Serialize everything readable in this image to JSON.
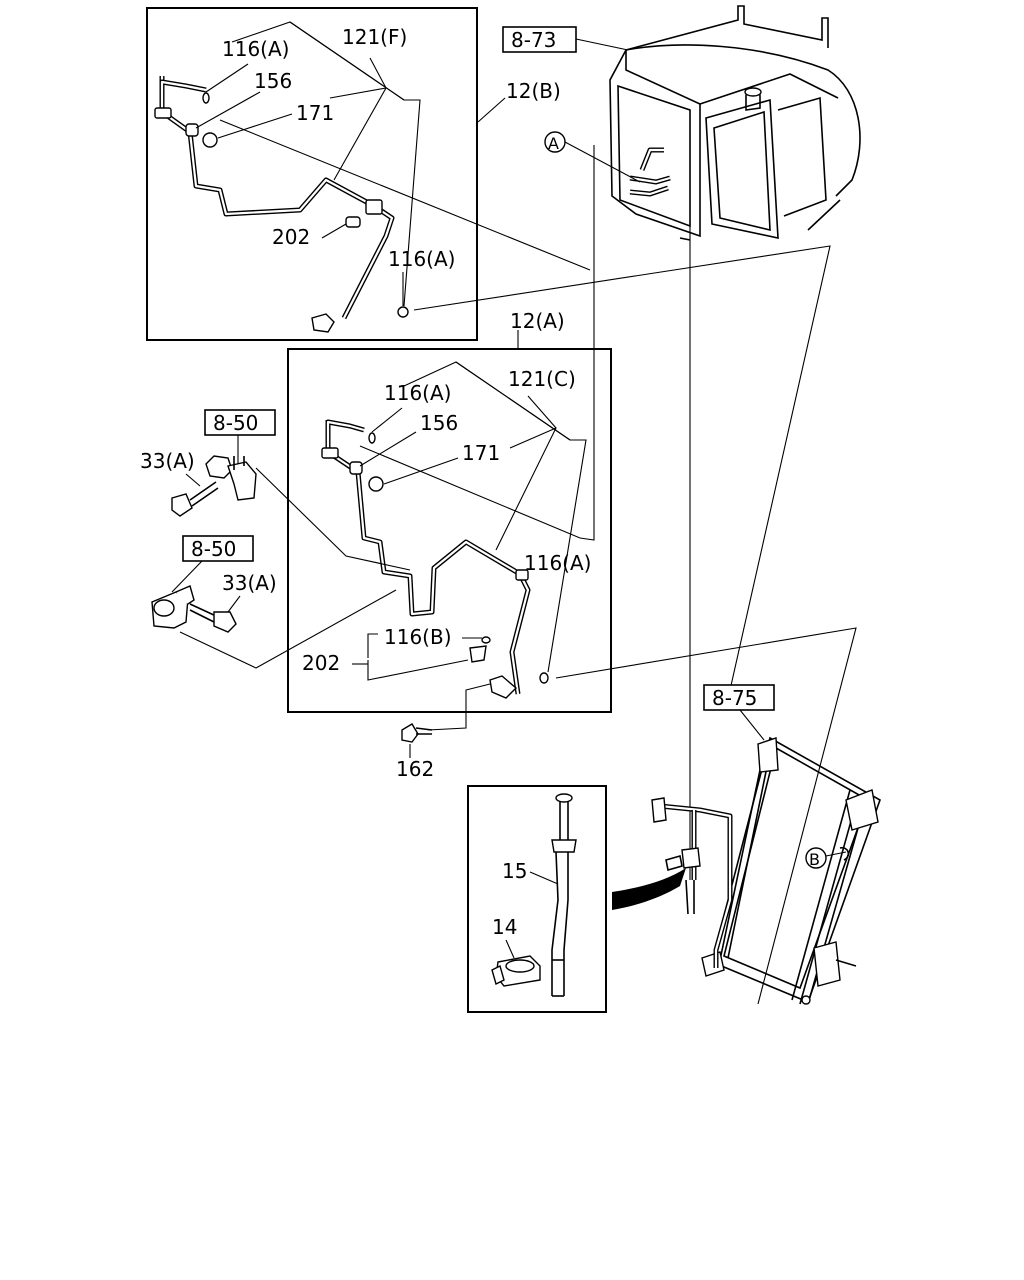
{
  "refs": {
    "r_8_73": "8-73",
    "r_8_50_top": "8-50",
    "r_8_50_bottom": "8-50",
    "r_8_75": "8-75"
  },
  "markers": {
    "a": "A",
    "b": "B"
  },
  "box_b": {
    "title": "12(B)",
    "l_116a_top": "116(A)",
    "l_121f": "121(F)",
    "l_156": "156",
    "l_171": "171",
    "l_202": "202",
    "l_116a_bottom": "116(A)"
  },
  "box_a": {
    "title": "12(A)",
    "l_116a_top": "116(A)",
    "l_121c": "121(C)",
    "l_156": "156",
    "l_171": "171",
    "l_116a_right": "116(A)",
    "l_116b": "116(B)",
    "l_202": "202"
  },
  "outside": {
    "l_33a_top": "33(A)",
    "l_33a_bottom": "33(A)",
    "l_162": "162"
  },
  "inset": {
    "l_15": "15",
    "l_14": "14"
  }
}
